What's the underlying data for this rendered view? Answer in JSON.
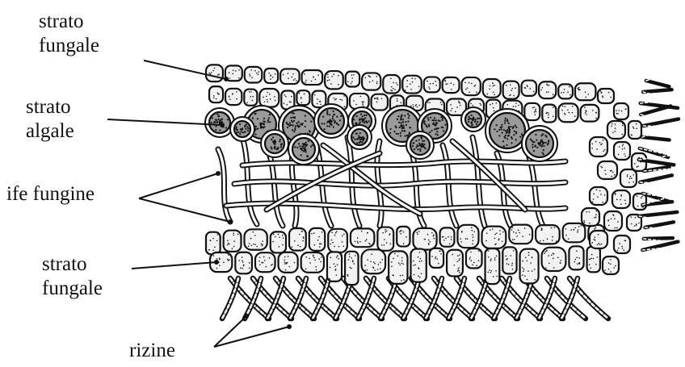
{
  "labels": {
    "upper_fungal": [
      "strato",
      "fungale"
    ],
    "algal": [
      "strato",
      "algale"
    ],
    "hyphae": "ife fungine",
    "lower_fungal": [
      "strato",
      "fungale"
    ],
    "rhizines": "rizine"
  },
  "colors": {
    "ink": "#111111",
    "paper": "#ffffff",
    "cell_fill": "#f2f2f2",
    "algal_fill": "#9a9a9a"
  }
}
